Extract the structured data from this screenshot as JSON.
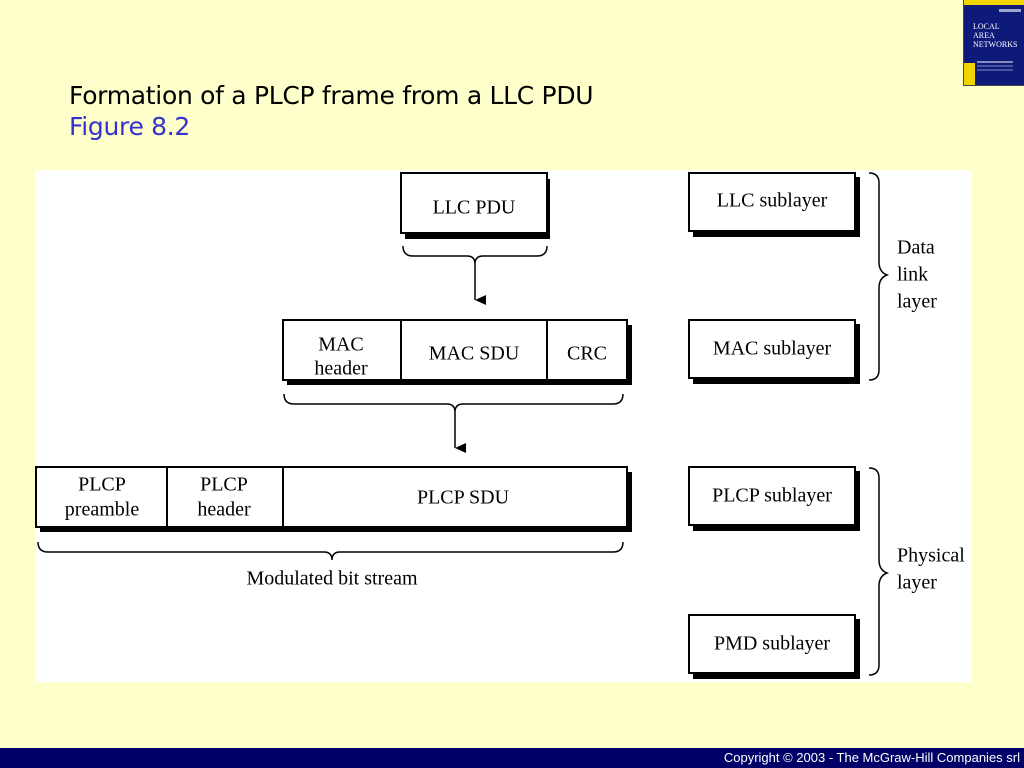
{
  "slide": {
    "title": "Formation of a PLCP frame from a LLC PDU",
    "subtitle": "Figure 8.2",
    "copyright": "Copyright © 2003 - The McGraw-Hill Companies srl"
  },
  "book_cover": {
    "title": "LOCAL AREA NETWORKS",
    "title_lines": [
      "LOCAL",
      "AREA",
      "NETWORKS"
    ]
  },
  "diagram": {
    "frames": {
      "llc_pdu": "LLC PDU",
      "mac_header": [
        "MAC",
        "header"
      ],
      "mac_sdu": "MAC SDU",
      "crc": "CRC",
      "plcp_preamble": [
        "PLCP",
        "preamble"
      ],
      "plcp_header": [
        "PLCP",
        "header"
      ],
      "plcp_sdu": "PLCP SDU"
    },
    "stream_label": "Modulated bit stream",
    "sublayers": {
      "llc": "LLC sublayer",
      "mac": "MAC sublayer",
      "plcp": "PLCP sublayer",
      "pmd": "PMD sublayer"
    },
    "layers": {
      "data_link": [
        "Data",
        "link",
        "layer"
      ],
      "physical": [
        "Physical",
        "layer"
      ]
    }
  }
}
